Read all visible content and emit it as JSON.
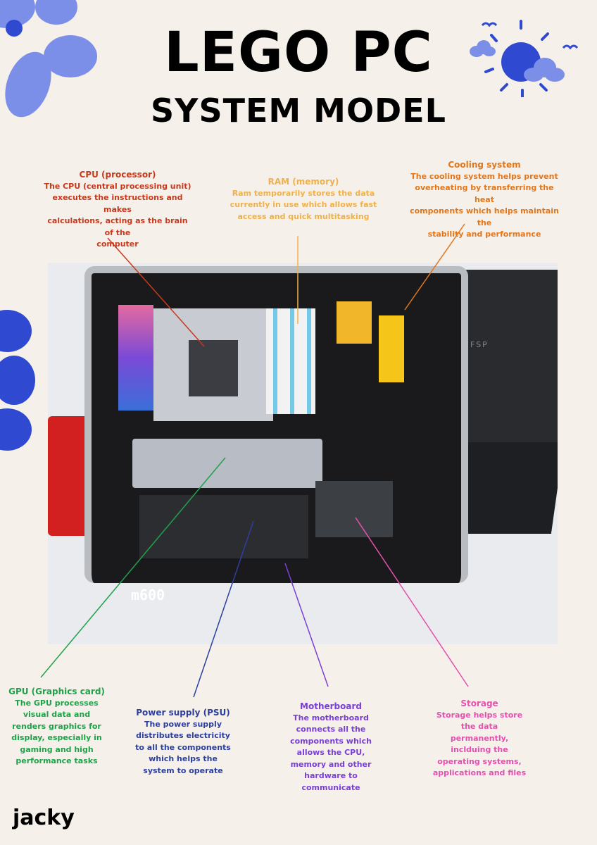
{
  "header": {
    "title": "LEGO PC",
    "subtitle": "SYSTEM MODEL"
  },
  "author": "jacky",
  "photo": {
    "case_badge": "m600",
    "laptop_brand": "FSP"
  },
  "colors": {
    "background": "#f5f1ea",
    "cpu": "#c8391c",
    "ram": "#f0b04a",
    "cooling": "#e2761c",
    "gpu": "#1fa14a",
    "psu": "#2c3f9e",
    "motherboard": "#7a3fd6",
    "storage": "#e54fb0",
    "flower": "#7b8ee8",
    "accent_blue": "#2f4ad0"
  },
  "icons": [
    "flower-icon",
    "sun-icon",
    "cloud-icon"
  ],
  "annotations": {
    "cpu": {
      "heading": "CPU  (processor)",
      "lines": [
        "The CPU (central processing unit)",
        "executes the instructions and makes",
        "calculations, acting as the brain of the",
        "computer"
      ]
    },
    "ram": {
      "heading": "RAM (memory)",
      "lines": [
        "Ram temporarily stores the data",
        "currently in use which allows fast",
        "access and quick multitasking"
      ]
    },
    "cooling": {
      "heading": "Cooling system",
      "lines": [
        "The cooling system helps prevent",
        "overheating by transferring the heat",
        "components which helps maintain the",
        "stability and performance"
      ]
    },
    "gpu": {
      "heading": "GPU (Graphics card)",
      "lines": [
        "The GPU processes",
        "visual data and",
        "renders graphics for",
        "display, especially in",
        "gaming and high",
        "performance tasks"
      ]
    },
    "psu": {
      "heading": "Power supply (PSU)",
      "lines": [
        "The power supply",
        "distributes electricity",
        "to all the components",
        "which helps the",
        "system to operate"
      ]
    },
    "motherboard": {
      "heading": "Motherboard",
      "lines": [
        "The motherboard",
        "connects all the",
        "components which",
        "allows the CPU,",
        "memory and other",
        "hardware to",
        "communicate"
      ]
    },
    "storage": {
      "heading": "Storage",
      "lines": [
        "Storage helps store",
        "the data",
        "permanently,",
        "inclduing the",
        "operating systems,",
        "applications and files"
      ]
    }
  }
}
